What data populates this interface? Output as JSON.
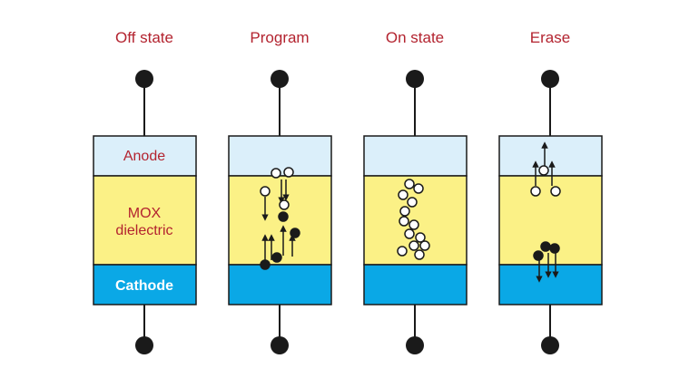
{
  "panels": [
    {
      "title": "Off state"
    },
    {
      "title": "Program"
    },
    {
      "title": "On state"
    },
    {
      "title": "Erase"
    }
  ],
  "layers": {
    "anode": "Anode",
    "mox_line1": "MOX",
    "mox_line2": "dielectric",
    "cathode": "Cathode"
  },
  "colors": {
    "title": "#b3232f",
    "anode_fill": "#dbeffa",
    "mox_fill": "#fbf186",
    "cathode_fill": "#0aa8e6",
    "outline": "#1a1a1a"
  }
}
